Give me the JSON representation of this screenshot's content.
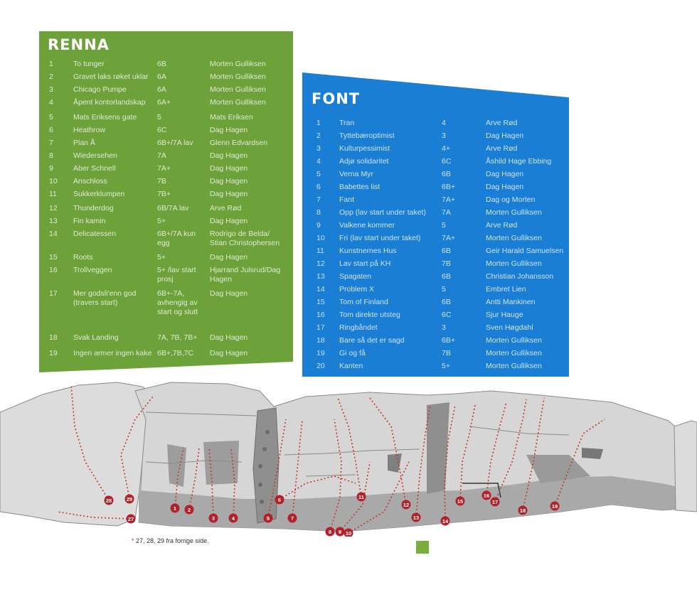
{
  "renna": {
    "title": "RENNA",
    "color": "#6da23a",
    "routes": [
      {
        "num": "1",
        "name": "To tunger",
        "grade": "6B",
        "setter": "Morten Gulliksen"
      },
      {
        "num": "2",
        "name": "Gravet laks røket uklar",
        "grade": "6A",
        "setter": "Morten Gulliksen"
      },
      {
        "num": "3",
        "name": "Chicago Pumpe",
        "grade": "6A",
        "setter": "Morten Gulliksen"
      },
      {
        "num": "4",
        "name": "Åpent kontorlandskap",
        "grade": "6A+",
        "setter": "Morten Gulliksen"
      },
      {
        "num": "5",
        "name": "Mats Eriksens gate",
        "grade": "5",
        "setter": "Mats Eriksen"
      },
      {
        "num": "6",
        "name": "Heathrow",
        "grade": "6C",
        "setter": "Dag Hagen"
      },
      {
        "num": "7",
        "name": "Plan Å",
        "grade": "6B+/7A lav",
        "setter": "Glenn Edvardsen"
      },
      {
        "num": "8",
        "name": "Wiedersehen",
        "grade": "7A",
        "setter": "Dag Hagen"
      },
      {
        "num": "9",
        "name": "Aber Schnell",
        "grade": "7A+",
        "setter": "Dag Hagen"
      },
      {
        "num": "10",
        "name": "Anschloss",
        "grade": "7B",
        "setter": "Dag Hagen"
      },
      {
        "num": "11",
        "name": "Sukkerklumpen",
        "grade": "7B+",
        "setter": "Dag Hagen"
      },
      {
        "num": "12",
        "name": "Thunderdog",
        "grade": "6B/7A lav",
        "setter": "Arve Rød"
      },
      {
        "num": "13",
        "name": "Fin kamin",
        "grade": "5+",
        "setter": "Dag Hagen"
      },
      {
        "num": "14",
        "name": "Delicatessen",
        "grade": "6B+/7A kun egg",
        "setter": "Rodrigo de Belda/ Stian Christophersen"
      },
      {
        "num": "15",
        "name": "Roots",
        "grade": "5+",
        "setter": "Dag Hagen"
      },
      {
        "num": "16",
        "name": "Trollveggen",
        "grade": "5+ /lav start prosj",
        "setter": "Hjarrand Julsrud/Dag Hagen"
      },
      {
        "num": "17",
        "name": "Mer godsli'enn god (travers start)",
        "grade": "6B+-7A, avhengig av start og slutt",
        "setter": "Dag Hagen"
      },
      {
        "num": "18",
        "name": "Svak Landing",
        "grade": "7A, 7B, 7B+",
        "setter": "Dag Hagen"
      },
      {
        "num": "19",
        "name": "Ingen armer ingen kake",
        "grade": "6B+,7B,7C",
        "setter": "Dag Hagen"
      }
    ]
  },
  "font": {
    "title": "FONT",
    "color": "#1a7fd4",
    "routes": [
      {
        "num": "1",
        "name": "Tran",
        "grade": "4",
        "setter": "Arve Rød"
      },
      {
        "num": "2",
        "name": "Tyttebæroptimist",
        "grade": "3",
        "setter": "Dag Hagen"
      },
      {
        "num": "3",
        "name": "Kulturpessimist",
        "grade": "4+",
        "setter": "Arve Rød"
      },
      {
        "num": "4",
        "name": "Adjø solidaritet",
        "grade": "6C",
        "setter": "Åshild Hage Ebbing"
      },
      {
        "num": "5",
        "name": "Verna Myr",
        "grade": "6B",
        "setter": "Dag Hagen"
      },
      {
        "num": "6",
        "name": "Babettes list",
        "grade": "6B+",
        "setter": "Dag Hagen"
      },
      {
        "num": "7",
        "name": "Fant",
        "grade": "7A+",
        "setter": "Dag og Morten"
      },
      {
        "num": "8",
        "name": "Opp (lav start under taket)",
        "grade": "7A",
        "setter": "Morten Gulliksen"
      },
      {
        "num": "9",
        "name": "Valkene kommer",
        "grade": "5",
        "setter": "Arve Rød"
      },
      {
        "num": "10",
        "name": "Fri (lav start under taket)",
        "grade": "7A+",
        "setter": "Morten Gulliksen"
      },
      {
        "num": "11",
        "name": "Kunstnernes Hus",
        "grade": "6B",
        "setter": "Geir Harald Samuelsen"
      },
      {
        "num": "12",
        "name": "Lav start på KH",
        "grade": "7B",
        "setter": "Morten Gulliksen"
      },
      {
        "num": "13",
        "name": "Spagaten",
        "grade": "6B",
        "setter": "Christian Johansson"
      },
      {
        "num": "14",
        "name": "Problem X",
        "grade": "5",
        "setter": "Embret Lien"
      },
      {
        "num": "15",
        "name": "Tom of Finland",
        "grade": "6B",
        "setter": "Antti Mankinen"
      },
      {
        "num": "16",
        "name": "Tom direkte utsteg",
        "grade": "6C",
        "setter": "Sjur Hauge"
      },
      {
        "num": "17",
        "name": "Ringbåndet",
        "grade": "3",
        "setter": "Sven Høgdahl"
      },
      {
        "num": "18",
        "name": "Bare så det er sagd",
        "grade": "6B+",
        "setter": "Morten Gulliksen"
      },
      {
        "num": "19",
        "name": "Gi og få",
        "grade": "7B",
        "setter": "Morten Gulliksen"
      },
      {
        "num": "20",
        "name": "Kanten",
        "grade": "5+",
        "setter": "Morten Gulliksen"
      }
    ]
  },
  "topo": {
    "marker_color": "#b3202a",
    "route_line_color": "#c0392b",
    "rock_light": "#d7d7d7",
    "rock_mid": "#c3c3c3",
    "rock_dark": "#9a9a9a",
    "markers": [
      "28",
      "29",
      "27",
      "1",
      "2",
      "3",
      "4",
      "5",
      "6",
      "7",
      "11",
      "8",
      "9",
      "10",
      "12",
      "13",
      "14",
      "15",
      "16",
      "17",
      "18",
      "19"
    ]
  },
  "footnote": {
    "asterisk": "*",
    "text": " 27, 28, 29 fra forrige side."
  }
}
